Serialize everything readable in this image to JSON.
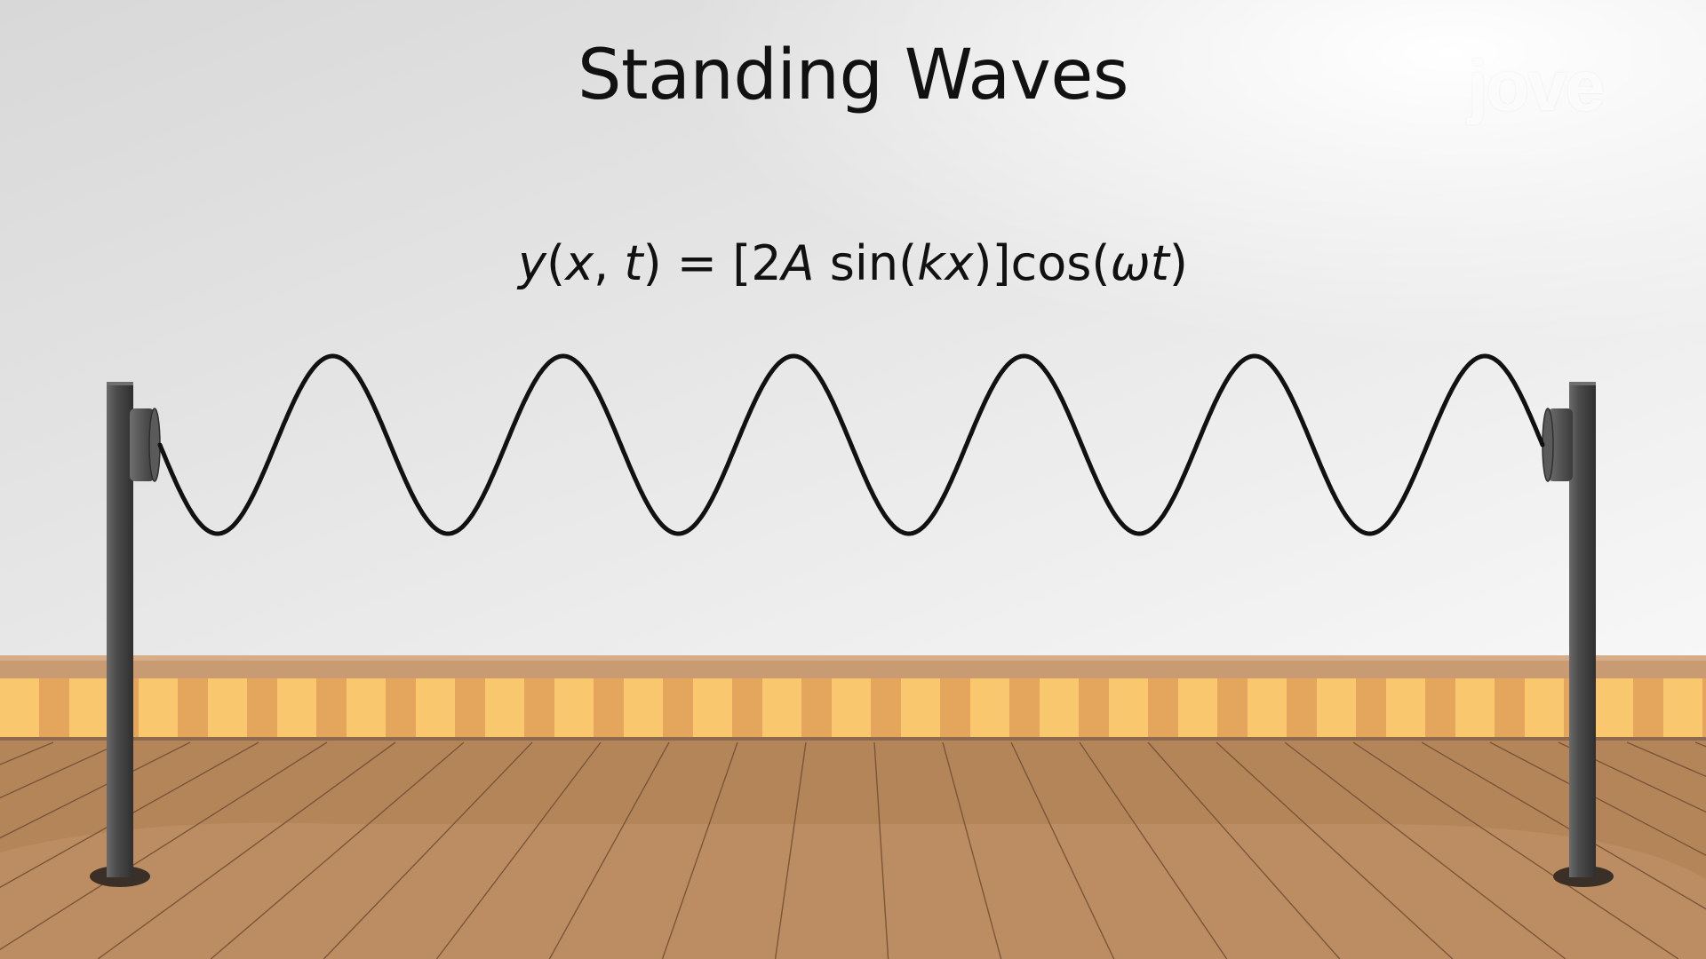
{
  "title": "Standing Waves",
  "equation": {
    "y": "y",
    "open_paren": "(",
    "x": "x",
    "comma": ", ",
    "t": "t",
    "close_eq": ") = [2",
    "A": "A",
    "sin_open": " sin(",
    "kx": "kx",
    "close_cos": ")]cos(",
    "omega_t": "ωt",
    "close": ")"
  },
  "logo": {
    "text": "jove"
  },
  "colors": {
    "wall_top": "#dcdcdc",
    "wall_bottom": "#f2f2f2",
    "baseboard_light": "#f8c76e",
    "baseboard_dark": "#e0a45a",
    "floor": "#b98a5f",
    "floor_lines": "#6f4e33",
    "pole": "#4b4b4b",
    "wave": "#111111"
  },
  "wave": {
    "antinodes": 12
  }
}
